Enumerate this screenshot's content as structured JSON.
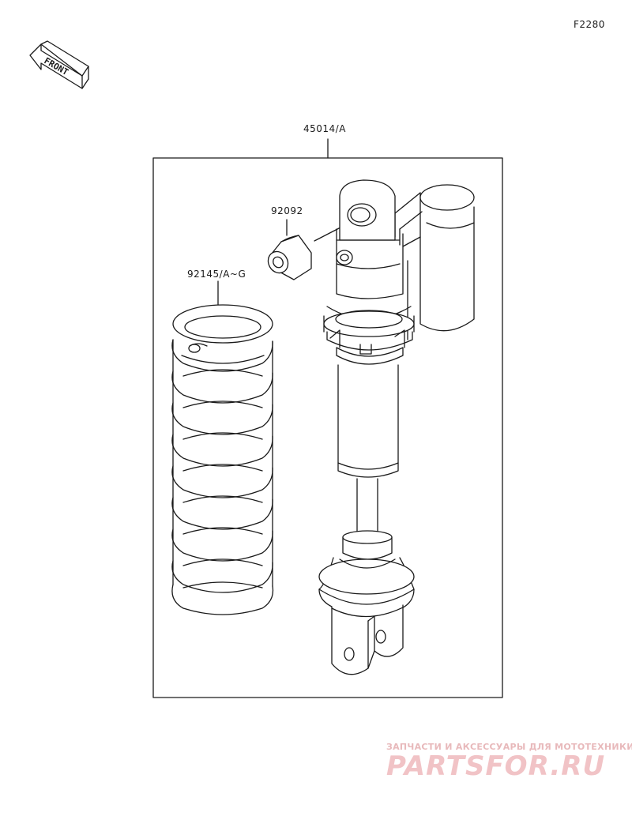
{
  "diagram": {
    "code": "F2280",
    "front_label": "FRONT",
    "parts": {
      "shock_assembly": "45014/A",
      "bushing": "92092",
      "spring": "92145/A~G"
    }
  },
  "watermark": {
    "line1": "ЗАПЧАСТИ И АКСЕССУАРЫ ДЛЯ МОТОТЕХНИКИ",
    "line2": "PARTSFOR.RU"
  },
  "colors": {
    "line": "#1a1a1a",
    "watermark": "#e8b9bb",
    "background": "#ffffff"
  }
}
